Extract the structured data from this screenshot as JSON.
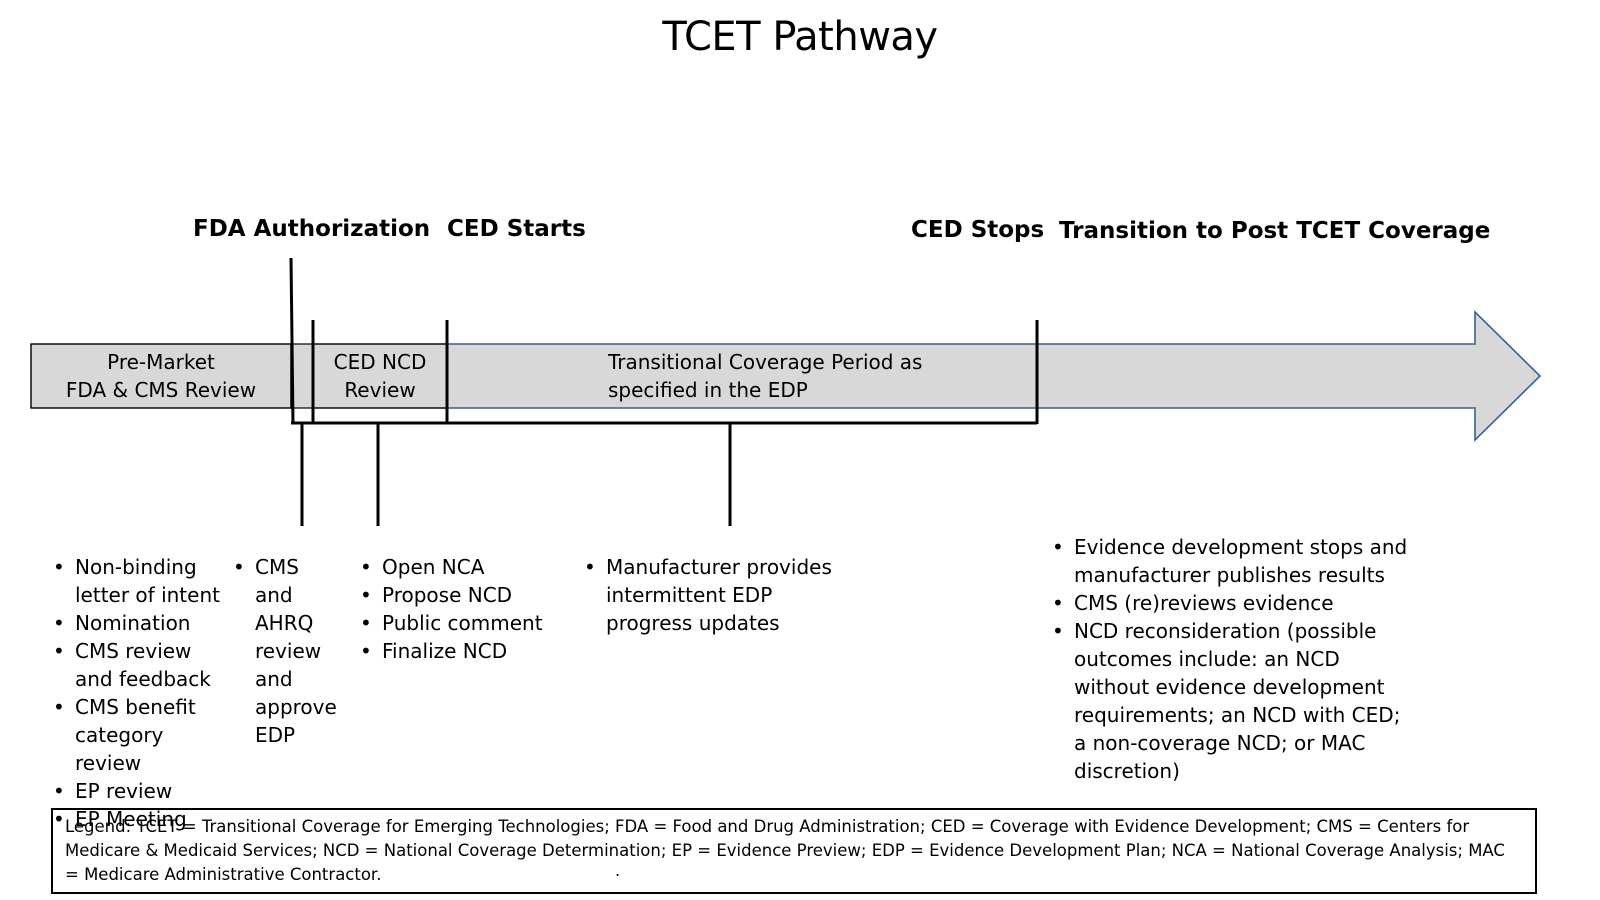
{
  "title": "TCET Pathway",
  "milestones": {
    "fda_authorization": "FDA Authorization",
    "ced_starts": "CED Starts",
    "ced_stops": "CED Stops",
    "transition": "Transition to Post TCET Coverage"
  },
  "phases": {
    "pre_market": {
      "line1": "Pre-Market",
      "line2": "FDA & CMS Review"
    },
    "ced_ncd_review": {
      "line1": "CED NCD",
      "line2": "Review"
    },
    "transitional_period": {
      "line1": "Transitional Coverage Period as",
      "line2": "specified in the EDP"
    }
  },
  "bullet_groups": {
    "pre_market": [
      "Non-binding letter of intent",
      "Nomination",
      "CMS review and feedback",
      "CMS benefit category review",
      "EP review",
      "EP Meeting"
    ],
    "edp": [
      "CMS and AHRQ review and approve EDP"
    ],
    "ncd": [
      "Open NCA",
      "Propose NCD",
      "Public comment",
      "Finalize NCD"
    ],
    "transitional": [
      "Manufacturer provides intermittent EDP progress updates"
    ],
    "post": [
      "Evidence development stops and manufacturer publishes results",
      "CMS (re)reviews evidence",
      "NCD reconsideration (possible outcomes include: an NCD without evidence development requirements; an NCD with CED; a non-coverage NCD; or MAC discretion)"
    ]
  },
  "legend": {
    "text": "Legend:  TCET = Transitional Coverage for Emerging Technologies; FDA = Food and Drug Administration; CED = Coverage with Evidence Development; CMS = Centers for Medicare & Medicaid Services; NCD = National Coverage Determination; EP = Evidence Preview; EDP = Evidence Development Plan; NCA = National Coverage Analysis; MAC = Medicare Administrative Contractor.",
    "dot": "."
  },
  "colors": {
    "arrow_fill": "#d9d8d9",
    "arrow_stroke": "#3a5f94",
    "box_stroke": "#000000"
  }
}
